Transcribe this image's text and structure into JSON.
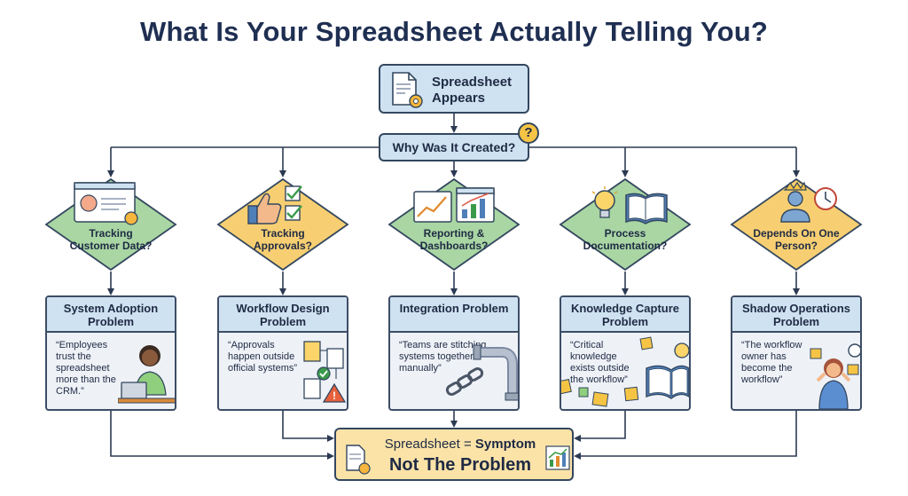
{
  "title": "What Is Your Spreadsheet Actually Telling You?",
  "start": {
    "label": "Spreadsheet Appears",
    "icon": "spreadsheet-gear-icon"
  },
  "question": {
    "label": "Why Was It Created?",
    "badge": "?"
  },
  "branches": [
    {
      "question": "Tracking Customer Data?",
      "diamond_color": "#a9d6a3",
      "icon": "customer-profile-gear-icon",
      "problem": "System Adoption Problem",
      "quote": "“Employees trust the spreadsheet more than the CRM.”",
      "illustration": "person-at-laptop-icon"
    },
    {
      "question": "Tracking Approvals?",
      "diamond_color": "#f7cf72",
      "icon": "thumbs-up-checklist-icon",
      "problem": "Workflow Design Problem",
      "quote": "“Approvals happen outside official systems”",
      "illustration": "document-flow-warning-icon"
    },
    {
      "question": "Reporting & Dashboards?",
      "diamond_color": "#a9d6a3",
      "icon": "dashboard-charts-icon",
      "problem": "Integration Problem",
      "quote": "“Teams are stitching systems together manually”",
      "illustration": "pipe-chain-icon"
    },
    {
      "question": "Process Documentation?",
      "diamond_color": "#a9d6a3",
      "icon": "lightbulb-book-icon",
      "problem": "Knowledge Capture Problem",
      "quote": "“Critical knowledge exists outside the workflow”",
      "illustration": "book-sticky-notes-icon"
    },
    {
      "question": "Depends On One Person?",
      "diamond_color": "#f7cf72",
      "icon": "person-crown-clock-icon",
      "problem": "Shadow Operations Problem",
      "quote": "“The workflow owner has become the workflow”",
      "illustration": "overwhelmed-person-icon"
    }
  ],
  "result": {
    "line1_prefix": "Spreadsheet = ",
    "line1_emphasis": "Symptom",
    "line2": "Not The Problem"
  },
  "colors": {
    "blue_box": "#cfe2f1",
    "green_diamond": "#a9d6a3",
    "yellow_diamond": "#f7cf72",
    "result_fill": "#fbe3a8",
    "stroke": "#33475f"
  }
}
